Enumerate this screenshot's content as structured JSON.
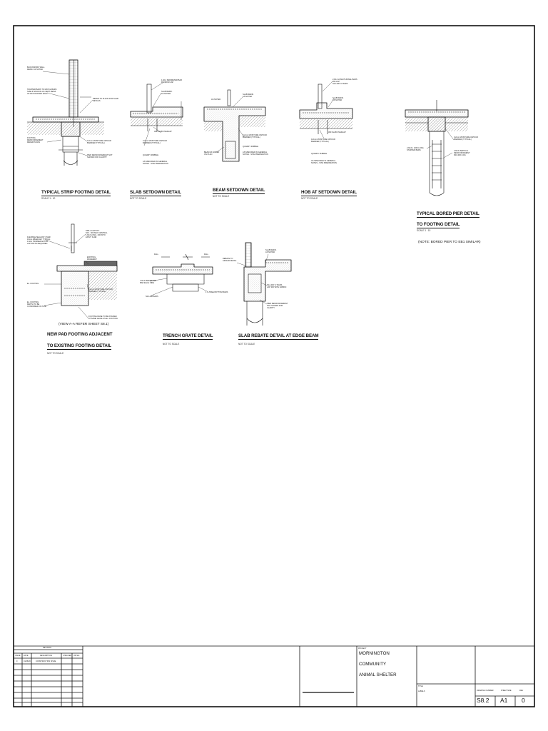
{
  "details": {
    "strip_footing": {
      "title": "TYPICAL STRIP FOOTING DETAIL",
      "scale": "SCALE 1 : 10",
      "notes": {
        "blockwork": "BLOCKWORK WALL\nREINF. AS NOTED",
        "starter": "STARTER BARS TO MATCH BARS\nSIZE & SPACING AS VERT REINF\nOF BLOCKWORK WALL",
        "refer_plans": "REFER TO PLANS FOR SLAB\nDETAILS",
        "footing": "FOOTING\nREINFORCEMENT\nREFER PLANS",
        "moisture": "0.2mm MOISTURE VAPOUR\nBARRIER (TYPICAL)",
        "pier": "PIER REINFORCEMENT NOT\nSHOWN FOR CLARITY"
      }
    },
    "slab_setdown": {
      "title": "SLAB SETDOWN DETAIL",
      "scale": "NOT TO SCALE",
      "notes": {
        "perimeter": "1-N12 PERIMETER BAR\nRANDOM LAP",
        "slab_reinf": "SLAB REINF.\nAS NOTED",
        "overlap": "300 SLAB OVERLAP",
        "moisture": "0.2mm MOISTURE VAPOUR\nBARRIER (TYPICAL)",
        "quarry": "QUARRY RUBBLE",
        "general": "AS SPECIFIED IN GENERAL\nNOTES - SITE PREPARATION"
      }
    },
    "beam_setdown": {
      "title": "BEAM SETDOWN DETAIL",
      "scale": "NOT TO SCALE",
      "notes": {
        "setdown": "AS NOTED",
        "slab_reinf": "SLAB REINF.\nAS NOTED",
        "moisture": "0.2mm MOISTURE VAPOUR\nBARRIER (TYPICAL)",
        "quarry": "QUARRY RUBBLE",
        "general": "AS SPECIFIED IN GENERAL\nNOTES - SITE PREPARATION",
        "beam": "BEAM AS NOTED\nON PLAN"
      }
    },
    "hob_setdown": {
      "title": "HOB AT SETDOWN DETAIL",
      "scale": "NOT TO SCALE",
      "notes": {
        "longitudinal": "2-N12 LONGITUDINAL BARS\n450 LAP\nN12-300 'U' BARS",
        "slab_reinf": "SLAB REINF.\nAS NOTED",
        "overlap": "300 SLAB OVERLAP",
        "moisture": "0.2mm MOISTURE VAPOUR\nBARRIER (TYPICAL)",
        "quarry": "QUARRY RUBBLE",
        "general": "AS SPECIFIED IN GENERAL\nNOTES - SITE PREPARATION"
      }
    },
    "bored_pier": {
      "title_line1": "TYPICAL BORED PIER DETAIL",
      "title_line2": "TO FOOTING DETAIL",
      "scale": "SCALE 1 : 10",
      "note": "(NOTE: BORED PIER TO EB1 SIMILAR)",
      "notes": {
        "moisture": "0.2mm MOISTURE VAPOUR\nBARRIER (TYPICAL)",
        "starter": "2-N16 x 1000 LONG\nSTARTER BARS",
        "vertical": "4-N16 VERTICAL\nREINFORCEMENT\nR10-300 LIGS"
      }
    },
    "pad_footing": {
      "title_line1": "NEW PAD FOOTING ADJACENT",
      "title_line2": "TO EXISTING FOOTING DETAIL",
      "scale": "NOT TO SCALE",
      "view_note": "(VIEW A-A REFER SHEET S8.1)",
      "notes": {
        "sealant": "FLEXIBLE SEALANT OVER\n10mm ABLEFLEX TYPICAL\n1-N12 TRIMMER EXTRA\nLAP 500 AS REQUIRED",
        "dowel": "DRILL & EPOXY\nN16 - 600 MAX CENTRAL\n1-N16 LONG, 200 INTO\nEXIST. SLAB",
        "existing": "EXISTING\nPAVEMENT",
        "footing": "Ex. FOOTING",
        "moisture": "0.2mm MOISTURE VAPOUR\nBARRIER (TYPICAL)",
        "depth": "Ex. FOOTING\nDEPTH TO BE\nCONFIRMED ON SITE",
        "base": "FOOTING BASE TO BE POURED\nAT SAME LEVEL AS Ex. FOOTING"
      }
    },
    "trench_grate": {
      "title": "TRENCH GRATE DETAIL",
      "scale": "NOT TO SCALE",
      "notes": {
        "fall": "FALL",
        "perimeter": "1-N12 PERIMETER\nBAR EACH SIDE",
        "bottom": "1 N-TREE BOTTOM BARS",
        "dim": "N12-400 BARS"
      }
    },
    "slab_rebate": {
      "title": "SLAB REBATE DETAIL AT EDGE BEAM",
      "scale": "NOT TO SCALE",
      "notes": {
        "rebate": "REBATE TO\nARCHID DETAIL",
        "slab_reinf": "SLAB REINF.\nAS NOTED",
        "u_bars": "N12-400 'U' BARS\nLAP 300 WITH FABRIC",
        "pier": "PIER REINFORCEMENT\nNOT SHOWN FOR\nCLARITY"
      }
    }
  },
  "title_block": {
    "revision_header": "REVISION",
    "columns": [
      "ISSUE",
      "DATE",
      "DESCRIPTION",
      "CHECKED",
      "INITIAL"
    ],
    "revision_row": [
      "0",
      "01/06/20",
      "CONSTRUCTION ISSUE",
      "",
      ""
    ],
    "project_label": "PROJECT",
    "project_lines": [
      "MORNINGTON",
      "COMMUNITY",
      "ANIMAL SHELTER"
    ],
    "title_label": "TITLE",
    "title_value": "LABELS",
    "drawing_number_label": "DRAWING NUMBER",
    "drawing_number": "S8.2",
    "sheet_size_label": "SHEET SIZE",
    "sheet_size": "A1",
    "revision_label": "REV",
    "revision": "0"
  },
  "colors": {
    "line": "#111111",
    "hatch": "#555555",
    "earth": "#8a8a8a"
  }
}
